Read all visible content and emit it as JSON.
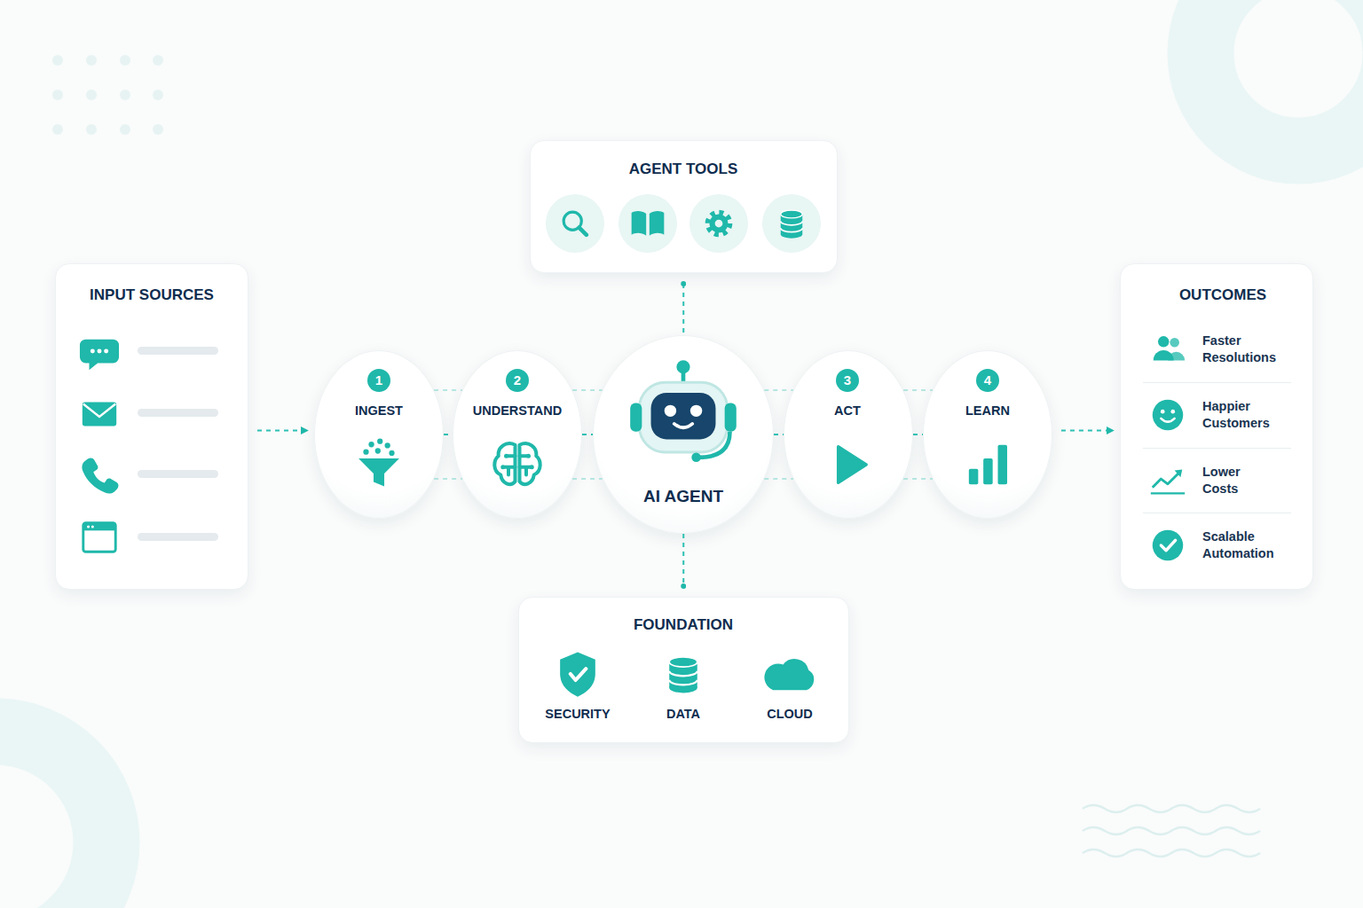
{
  "diagram": {
    "nodes": [
      {
        "text": [
          "INPUT SOURCES"
        ]
      },
      {
        "text": [
          "AGENT TOOLS"
        ]
      },
      {
        "text": [
          "1",
          "INGEST"
        ]
      },
      {
        "text": [
          "2",
          "UNDERSTAND"
        ]
      },
      {
        "text": [
          "AI AGENT"
        ]
      },
      {
        "text": [
          "3",
          "ACT"
        ]
      },
      {
        "text": [
          "4",
          "LEARN"
        ]
      },
      {
        "text": [
          "OUTCOMES",
          "Faster Resolutions",
          "Happier Customers",
          "Lower Costs",
          "Scalable Automation"
        ]
      },
      {
        "text": [
          "FOUNDATION",
          "SECURITY",
          "DATA",
          "CLOUD"
        ]
      }
    ],
    "edges": [
      {
        "from": 0,
        "to": 2,
        "arrow": "to"
      },
      {
        "from": 1,
        "to": 4,
        "arrow": "none"
      },
      {
        "from": 2,
        "to": 3,
        "arrow": "none"
      },
      {
        "from": 3,
        "to": 4,
        "arrow": "none"
      },
      {
        "from": 4,
        "to": 5,
        "arrow": "none"
      },
      {
        "from": 5,
        "to": 6,
        "arrow": "none"
      },
      {
        "from": 6,
        "to": 7,
        "arrow": "to"
      },
      {
        "from": 4,
        "to": 8,
        "arrow": "none"
      }
    ]
  }
}
